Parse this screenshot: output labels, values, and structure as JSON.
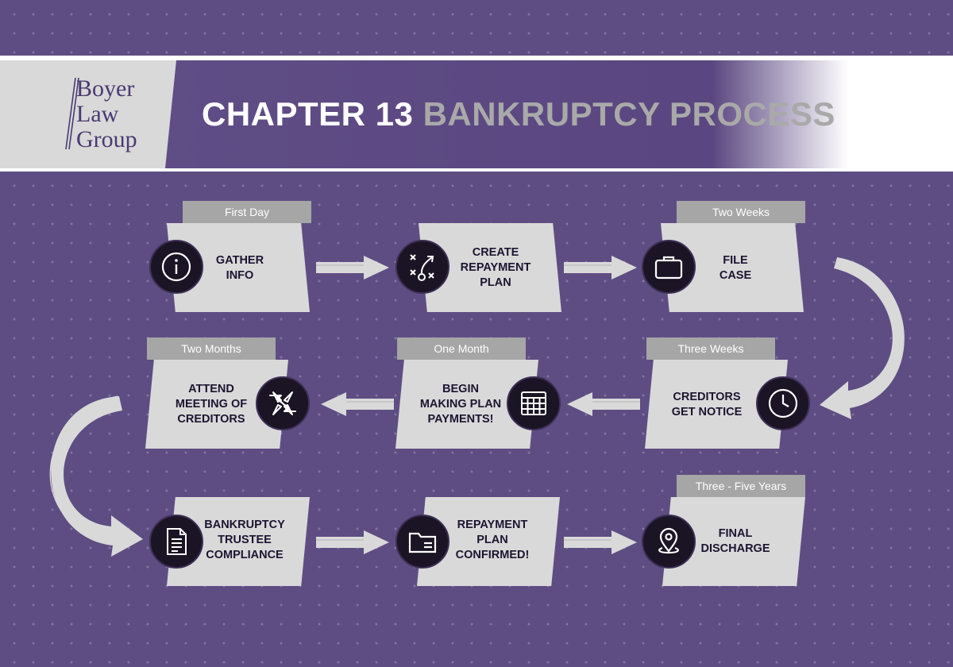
{
  "brand": {
    "logo_lines": [
      "Boyer",
      "Law",
      "Group"
    ]
  },
  "title": {
    "part1": "CHAPTER 13",
    "part2": "BANKRUPTCY PROCESS"
  },
  "colors": {
    "background": "#5e4d83",
    "card": "#d9d9d9",
    "tab": "#a6a6a6",
    "icon_circle": "#1b1424",
    "title_accent": "#a9a9a9"
  },
  "steps": [
    {
      "id": "gather-info",
      "label": "GATHER\nINFO",
      "tab": "First Day",
      "icon": "info-icon"
    },
    {
      "id": "create-repayment-plan",
      "label": "CREATE\nREPAYMENT\nPLAN",
      "tab": "",
      "icon": "strategy-play-icon"
    },
    {
      "id": "file-case",
      "label": "FILE\nCASE",
      "tab": "Two Weeks",
      "icon": "briefcase-icon"
    },
    {
      "id": "creditors-get-notice",
      "label": "CREDITORS\nGET NOTICE",
      "tab": "Three Weeks",
      "icon": "clock-icon"
    },
    {
      "id": "begin-making-plan-payments",
      "label": "BEGIN\nMAKING PLAN\nPAYMENTS!",
      "tab": "One Month",
      "icon": "calendar-icon"
    },
    {
      "id": "attend-meeting-of-creditors",
      "label": "ATTEND\nMEETING OF\nCREDITORS",
      "tab": "Two Months",
      "icon": "meeting-arrows-icon"
    },
    {
      "id": "bankruptcy-trustee-compliance",
      "label": "BANKRUPTCY\nTRUSTEE\nCOMPLIANCE",
      "tab": "",
      "icon": "document-icon"
    },
    {
      "id": "repayment-plan-confirmed",
      "label": "REPAYMENT\nPLAN\nCONFIRMED!",
      "tab": "",
      "icon": "folder-icon"
    },
    {
      "id": "final-discharge",
      "label": "FINAL\nDISCHARGE",
      "tab": "Three - Five Years",
      "icon": "location-pin-icon"
    }
  ]
}
